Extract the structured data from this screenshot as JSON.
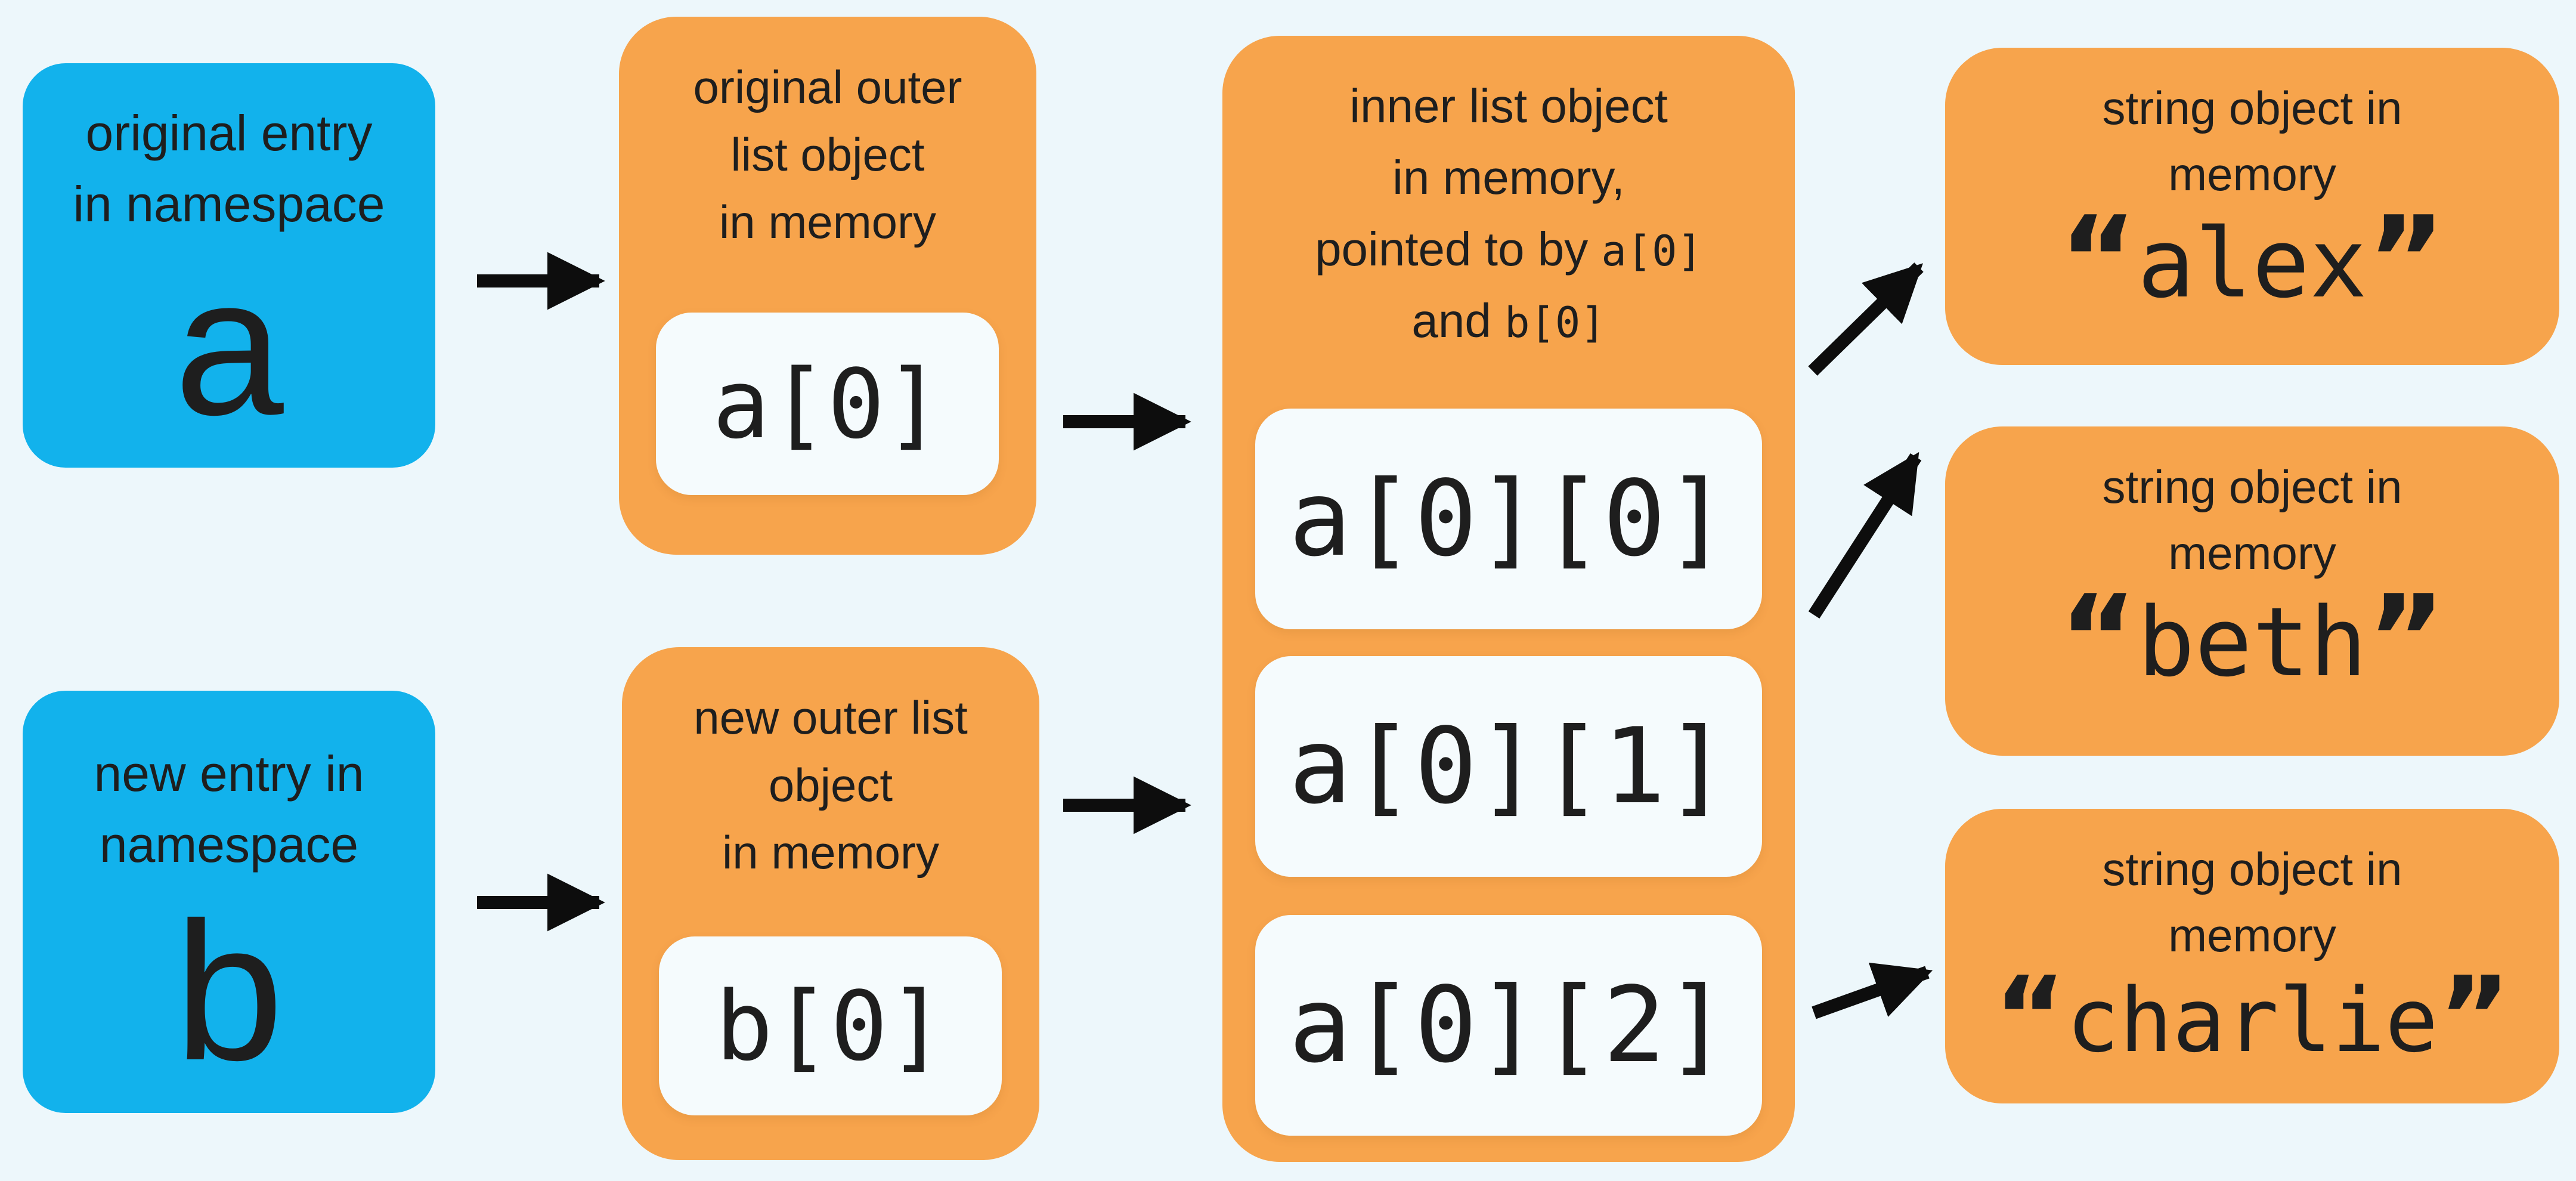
{
  "colors": {
    "bg": "#edf7fb",
    "blue": "#12b2ec",
    "orange": "#f7a44c",
    "card": "#f5fbfd",
    "text": "#1e1e1e",
    "arrow": "#0d0d0d"
  },
  "namespace_boxes": [
    {
      "line1": "original entry",
      "line2": "in namespace",
      "letter": "a"
    },
    {
      "line1": "new entry in",
      "line2": "namespace",
      "letter": "b"
    }
  ],
  "outer_boxes": [
    {
      "line1": "original outer",
      "line2": "list object",
      "line3": "in memory",
      "code": "a[0]"
    },
    {
      "line1": "new outer list",
      "line2": "object",
      "line3": "in memory",
      "code": "b[0]"
    }
  ],
  "inner_box": {
    "title_line1": "inner list object",
    "title_line2": "in memory,",
    "title_line3_text": "pointed to by ",
    "title_line3_code": "a[0]",
    "title_line4_text": "and ",
    "title_line4_code": "b[0]",
    "slots": [
      "a[0][0]",
      "a[0][1]",
      "a[0][2]"
    ]
  },
  "string_boxes": [
    {
      "line1": "string object in",
      "line2": "memory",
      "open_quote": "“",
      "value": "alex",
      "close_quote": "”"
    },
    {
      "line1": "string object in",
      "line2": "memory",
      "open_quote": "“",
      "value": "beth",
      "close_quote": "”"
    },
    {
      "line1": "string object in",
      "line2": "memory",
      "open_quote": "“",
      "value": "charlie",
      "close_quote": "”"
    }
  ]
}
